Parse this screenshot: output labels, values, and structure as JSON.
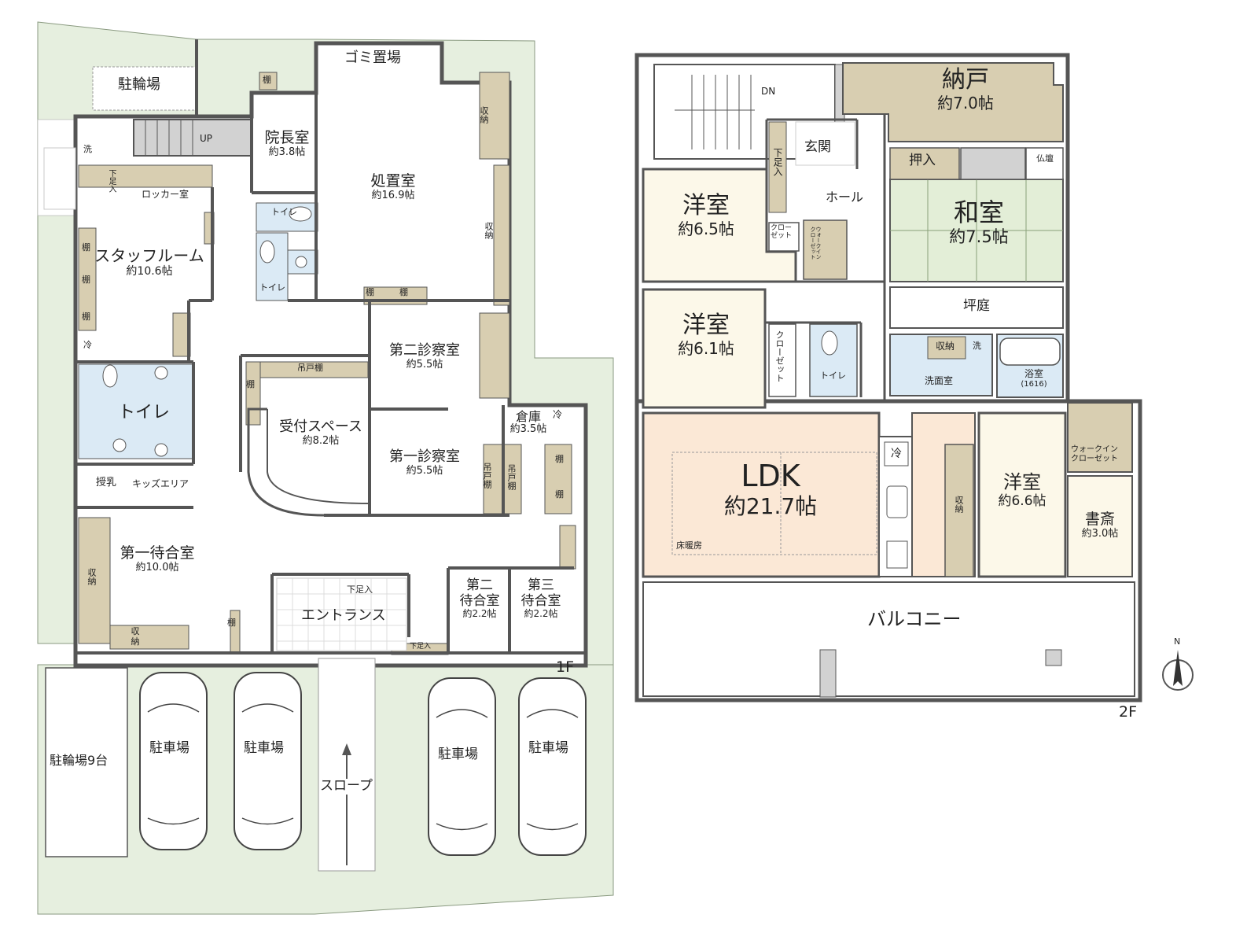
{
  "floors": {
    "first": {
      "floor_label": "1F",
      "rooms": {
        "bicycle_top": "駐輪場",
        "garbage": "ゴミ置場",
        "director": {
          "name": "院長室",
          "area": "約3.8帖"
        },
        "treatment": {
          "name": "処置室",
          "area": "約16.9帖"
        },
        "staff": {
          "name": "スタッフルーム",
          "area": "約10.6帖"
        },
        "locker": "ロッカー室",
        "toilet_main": "トイレ",
        "toilet_small_1": "トイレ",
        "toilet_small_2": "トイレ",
        "nursing": "授乳",
        "kids": "キッズエリア",
        "waiting1": {
          "name": "第一待合室",
          "area": "約10.0帖"
        },
        "reception": {
          "name": "受付スペース",
          "area": "約8.2帖"
        },
        "exam2": {
          "name": "第二診察室",
          "area": "約5.5帖"
        },
        "exam1": {
          "name": "第一診察室",
          "area": "約5.5帖"
        },
        "storage": {
          "name": "倉庫",
          "area": "約3.5帖"
        },
        "entrance": "エントランス",
        "waiting2": {
          "name1": "第二",
          "name2": "待合室",
          "area": "約2.2帖"
        },
        "waiting3": {
          "name1": "第三",
          "name2": "待合室",
          "area": "約2.2帖"
        },
        "bicycle9": "駐輪場9台",
        "slope": "スロープ",
        "parking": [
          "駐車場",
          "駐車場",
          "駐車場",
          "駐車場"
        ]
      },
      "small_labels": {
        "up": "UP",
        "wash": "洗",
        "cold": "冷",
        "shelf": "棚",
        "storage": "収納",
        "hanging_shelf": "吊戸棚",
        "hanging_shelf_short": "吊戸棚",
        "shoe_box": "下足入",
        "storage_v": "収納"
      }
    },
    "second": {
      "floor_label": "2F",
      "rooms": {
        "nando": {
          "name": "納戸",
          "area": "約7.0帖"
        },
        "genkan": "玄関",
        "hall": "ホール",
        "western1": {
          "name": "洋室",
          "area": "約6.5帖"
        },
        "western2": {
          "name": "洋室",
          "area": "約6.1帖"
        },
        "washitsu": {
          "name": "和室",
          "area": "約7.5帖"
        },
        "oshiire": "押入",
        "butsudan": "仏壇",
        "tsuboniwa": "坪庭",
        "washroom": "洗面室",
        "bath": {
          "name": "浴室",
          "size": "(1616)"
        },
        "toilet": "トイレ",
        "ldk": {
          "name": "LDK",
          "area": "約21.7帖",
          "floor_heat": "床暖房"
        },
        "western3": {
          "name": "洋室",
          "area": "約6.6帖"
        },
        "study": {
          "name": "書斎",
          "area": "約3.0帖"
        },
        "walkin": "ウォークイン\nクローゼット",
        "walkin_small": "ウォークイン\nクローゼット",
        "closet_small": "クロー\nゼット",
        "closet_v": "クローゼット",
        "balcony": "バルコニー"
      },
      "small_labels": {
        "dn": "DN",
        "shoe_box": "下足入",
        "storage": "収納",
        "wash": "洗",
        "cold": "冷",
        "storage_v": "収納"
      }
    }
  },
  "compass": "N",
  "colors": {
    "wall": "#555555",
    "green": "#e6efdf",
    "room": "#ffffff",
    "cream": "#fcf8e9",
    "peach": "#fbe8d6",
    "tan": "#d8ceb1",
    "tatami": "#e3eed7",
    "wet": "#dbeaf5",
    "gray": "#d2d2d2"
  }
}
